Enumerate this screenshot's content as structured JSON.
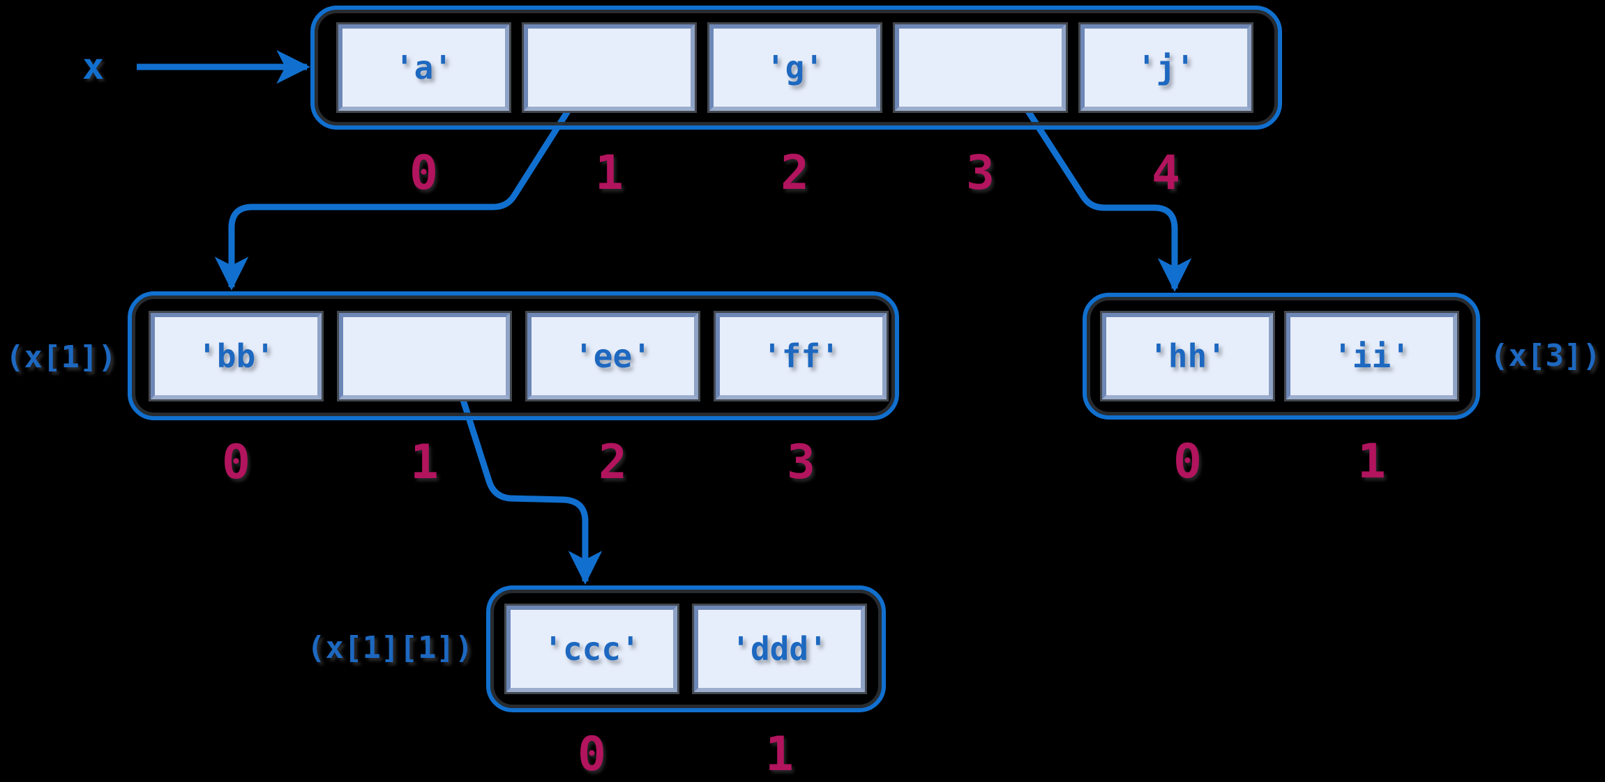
{
  "variable": {
    "name": "x"
  },
  "lists": [
    {
      "id": "x",
      "label": "",
      "cells": [
        "'a'",
        "",
        "'g'",
        "",
        "'j'"
      ],
      "indices": [
        "0",
        "1",
        "2",
        "3",
        "4"
      ]
    },
    {
      "id": "x1",
      "label": "(x[1])",
      "cells": [
        "'bb'",
        "",
        "'ee'",
        "'ff'"
      ],
      "indices": [
        "0",
        "1",
        "2",
        "3"
      ]
    },
    {
      "id": "x3",
      "label": "(x[3])",
      "cells": [
        "'hh'",
        "'ii'"
      ],
      "indices": [
        "0",
        "1"
      ]
    },
    {
      "id": "x11",
      "label": "(x[1][1])",
      "cells": [
        "'ccc'",
        "'ddd'"
      ],
      "indices": [
        "0",
        "1"
      ]
    }
  ],
  "arrows": [
    {
      "from": "variable x",
      "to": "top list"
    },
    {
      "from": "top list cell index 1",
      "to": "list (x[1])"
    },
    {
      "from": "top list cell index 3",
      "to": "list (x[3])"
    },
    {
      "from": "list (x[1]) cell index 1",
      "to": "list (x[1][1])"
    }
  ],
  "colors": {
    "accent_blue": "#1170cf",
    "text_blue": "#1d68c0",
    "index_crimson": "#b2145e",
    "cell_fill": "#e7eefb",
    "cell_border": "#7289b8",
    "background": "#000000"
  }
}
